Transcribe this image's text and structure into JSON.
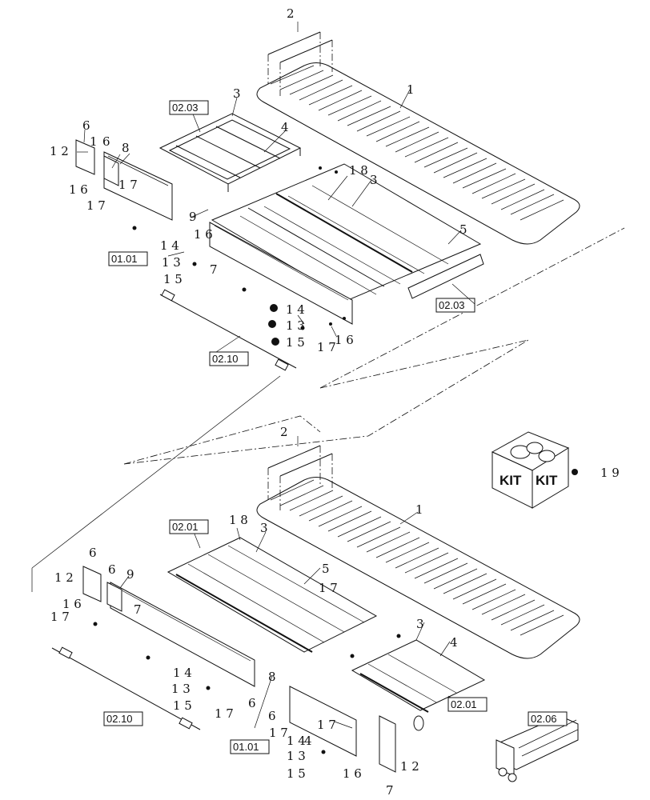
{
  "kit_label": "KIT",
  "kit_item_number": "1 9",
  "upper": {
    "callouts": {
      "n2": "2",
      "n1": "1",
      "n3": "3",
      "n4": "4",
      "n6a": "6",
      "n12": "1 2",
      "n1a": "1",
      "n6b": "6",
      "n8": "8",
      "n16a": "1 6",
      "n17a": "1 7",
      "n17b": "1 7",
      "n18": "1 8",
      "n3b": "3",
      "n9": "9",
      "n16b": "1 6",
      "n14a": "1 4",
      "n7": "7",
      "n13a": "1 3",
      "n15a": "1 5",
      "n5": "5",
      "n14b": "1 4",
      "n13b": "1 3",
      "n15b": "1 5",
      "n17c": "1 7",
      "n16c": "1 6"
    },
    "refs": {
      "r0203a": "02.03",
      "r0101": "01.01",
      "r0203b": "02.03",
      "r0210": "02.10"
    }
  },
  "lower": {
    "callouts": {
      "n2": "2",
      "n1": "1",
      "n18": "1 8",
      "n3": "3",
      "n6a": "6",
      "n12a": "1 2",
      "n6b": "6",
      "n9": "9",
      "n5": "5",
      "n16a": "1 6",
      "n17a": "1 7",
      "n7a": "7",
      "n17b": "1 7",
      "n3b": "3",
      "n4b": "4",
      "n14a": "1 4",
      "n13a": "1 3",
      "n15a": "1 5",
      "n17c": "1 7",
      "n6c": "6",
      "n8": "8",
      "n6d": "6",
      "n17d": "1 7",
      "n4c": "4",
      "n14b": "1 4",
      "n17e": "1 7",
      "n13b": "1 3",
      "n15b": "1 5",
      "n16b": "1 6",
      "n7b": "7",
      "n12b": "1 2"
    },
    "refs": {
      "r0201a": "02.01",
      "r0210": "02.10",
      "r0101": "01.01",
      "r0201b": "02.01",
      "r0206": "02.06"
    }
  }
}
